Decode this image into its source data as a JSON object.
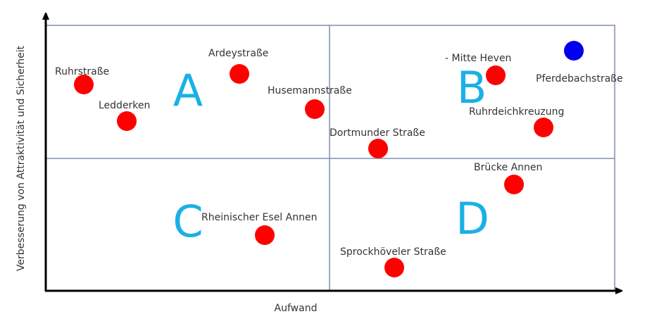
{
  "chart_data": {
    "type": "scatter",
    "title": "",
    "xlabel": "Aufwand",
    "ylabel": "Verbesserung von Attraktivität und Sicherheit",
    "xlim": [
      0,
      100
    ],
    "ylim": [
      0,
      100
    ],
    "grid": "quadrants",
    "quadrants": [
      {
        "label": "A",
        "position": "top-left"
      },
      {
        "label": "B",
        "position": "top-right"
      },
      {
        "label": "C",
        "position": "bottom-left"
      },
      {
        "label": "D",
        "position": "bottom-right"
      }
    ],
    "colors": {
      "red": "#ff0000",
      "blue": "#0000ee",
      "quadrant_letter": "#1ab0e6",
      "grid": "#7f8fb0",
      "axis": "#000000"
    },
    "points": [
      {
        "name": "Ruhrstraße",
        "x": 6.7,
        "y": 78.0,
        "color": "#ff0000"
      },
      {
        "name": "Ledderken",
        "x": 14.2,
        "y": 64.5,
        "color": "#ff0000"
      },
      {
        "name": "Ardeystraße",
        "x": 34.0,
        "y": 81.4,
        "color": "#ff0000"
      },
      {
        "name": "Husemannstraße",
        "x": 47.3,
        "y": 68.4,
        "color": "#ff0000"
      },
      {
        "name": "Dortmunder Straße",
        "x": 58.4,
        "y": 53.3,
        "color": "#ff0000"
      },
      {
        "name": "- Mitte Heven",
        "x": 78.8,
        "y": 81.2,
        "color": "#ff0000"
      },
      {
        "name": "Pferdebachstraße",
        "x": 93.3,
        "y": 90.2,
        "color": "#0000ee"
      },
      {
        "name": "Ruhrdeichkreuzung",
        "x": 87.4,
        "y": 61.3,
        "color": "#ff0000"
      },
      {
        "name": "Brücke Annen",
        "x": 82.2,
        "y": 40.3,
        "color": "#ff0000"
      },
      {
        "name": "Rheinischer Esel Annen",
        "x": 38.4,
        "y": 21.2,
        "color": "#ff0000"
      },
      {
        "name": "Sprockhöveler Straße",
        "x": 61.3,
        "y": 9.0,
        "color": "#ff0000"
      }
    ]
  }
}
